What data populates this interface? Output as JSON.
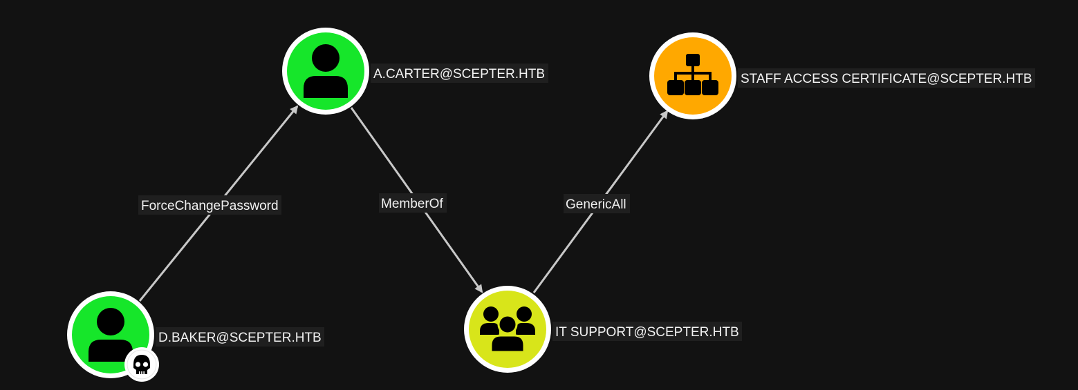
{
  "graph": {
    "nodes": [
      {
        "id": "dbaker",
        "label": "D.BAKER@SCEPTER.HTB",
        "kind": "user",
        "fill": "#16e62a",
        "owned": true
      },
      {
        "id": "acarter",
        "label": "A.CARTER@SCEPTER.HTB",
        "kind": "user",
        "fill": "#16e62a",
        "owned": false
      },
      {
        "id": "itsupport",
        "label": "IT SUPPORT@SCEPTER.HTB",
        "kind": "group",
        "fill": "#d8e51a",
        "owned": false
      },
      {
        "id": "staffcert",
        "label": "STAFF ACCESS CERTIFICATE@SCEPTER.HTB",
        "kind": "ou",
        "fill": "#ffa800",
        "owned": false
      }
    ],
    "edges": [
      {
        "from": "dbaker",
        "to": "acarter",
        "label": "ForceChangePassword"
      },
      {
        "from": "acarter",
        "to": "itsupport",
        "label": "MemberOf"
      },
      {
        "from": "itsupport",
        "to": "staffcert",
        "label": "GenericAll"
      }
    ],
    "icons": {
      "user": "user-icon",
      "group": "group-icon",
      "ou": "organizational-unit-icon",
      "owned": "skull-icon"
    },
    "colors": {
      "background": "#121212",
      "edge": "#c8c8c8",
      "ring": "#ffffff",
      "label_bg": "#1f1f1f",
      "text": "#f2f2f2"
    }
  }
}
